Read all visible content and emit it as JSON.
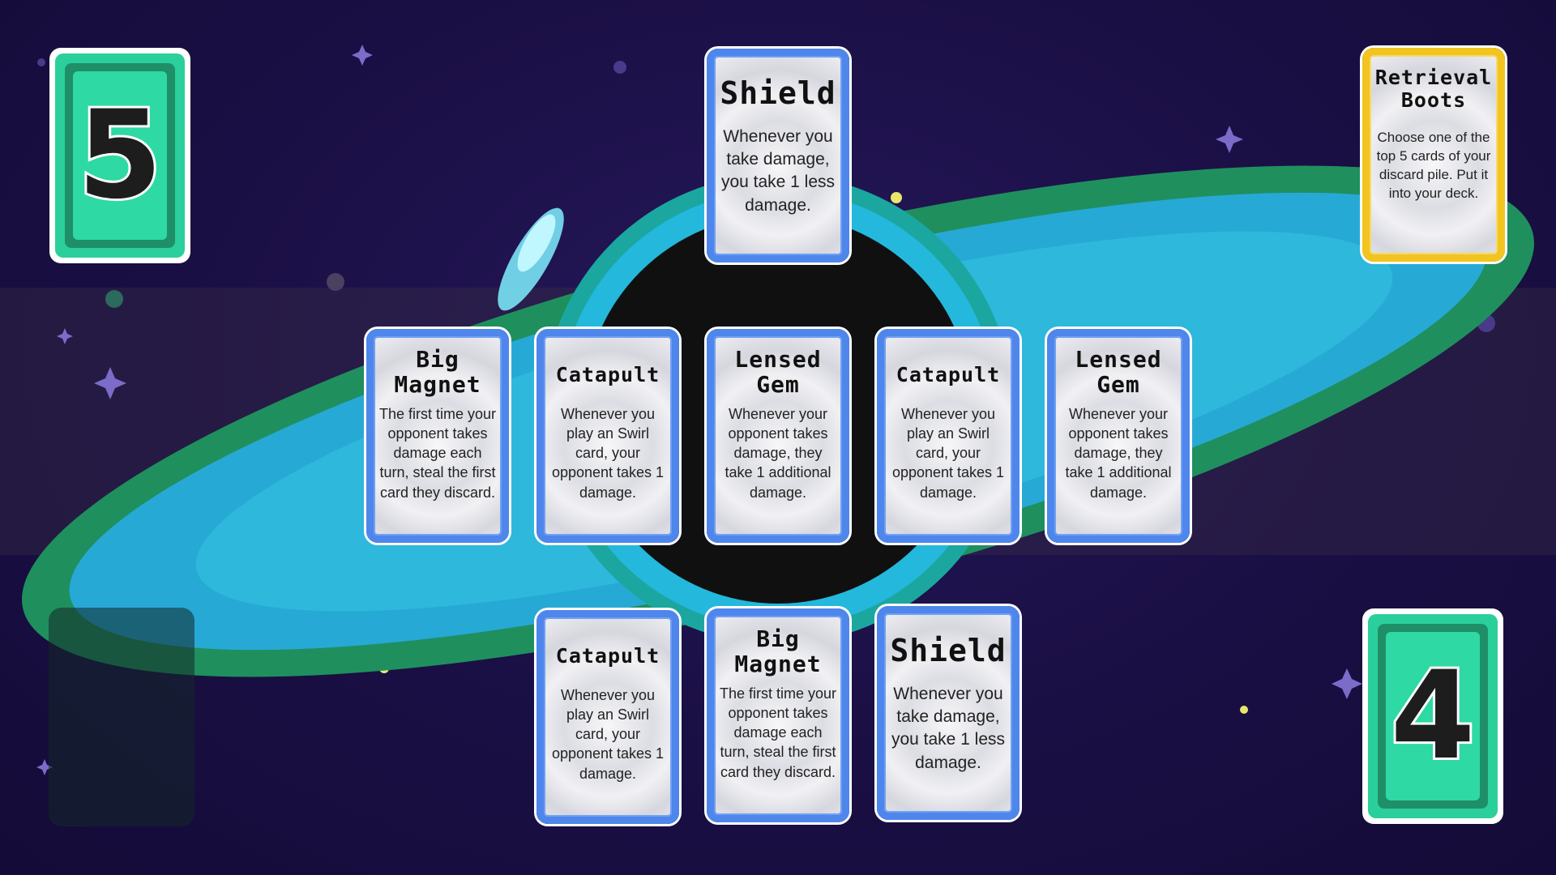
{
  "counters": {
    "opponent_deck": "5",
    "player_deck": "4"
  },
  "cards": {
    "opponent_played": {
      "title": "Shield",
      "text": "Whenever you take damage, you take 1 less damage."
    },
    "retrieval": {
      "title": "Retrieval Boots",
      "text": "Choose one of the top 5 cards of your discard pile. Put it into your deck."
    },
    "row1": [
      {
        "title": "Big Magnet",
        "text": "The first time your opponent takes damage each turn, steal the first card they discard."
      },
      {
        "title": "Catapult",
        "text": "Whenever you play an Swirl card, your opponent takes 1 damage."
      },
      {
        "title": "Lensed Gem",
        "text": "Whenever your opponent takes damage, they take 1 additional damage."
      },
      {
        "title": "Catapult",
        "text": "Whenever you play an Swirl card, your opponent takes 1 damage."
      },
      {
        "title": "Lensed Gem",
        "text": "Whenever your opponent takes damage, they take 1 additional damage."
      }
    ],
    "row2": [
      {
        "title": "Catapult",
        "text": "Whenever you play an Swirl card, your opponent takes 1 damage."
      },
      {
        "title": "Big Magnet",
        "text": "The first time your opponent takes damage each turn, steal the first card they discard."
      },
      {
        "title": "Shield",
        "text": "Whenever you take damage, you take 1 less damage."
      }
    ]
  },
  "colors": {
    "background": "#1a0f42",
    "ring_outer": "#1f8f5e",
    "ring_inner": "#29b8d8",
    "card_border_blue": "#4f86ec",
    "card_border_gold": "#f1c420",
    "counter_green": "#2ed9a3"
  }
}
